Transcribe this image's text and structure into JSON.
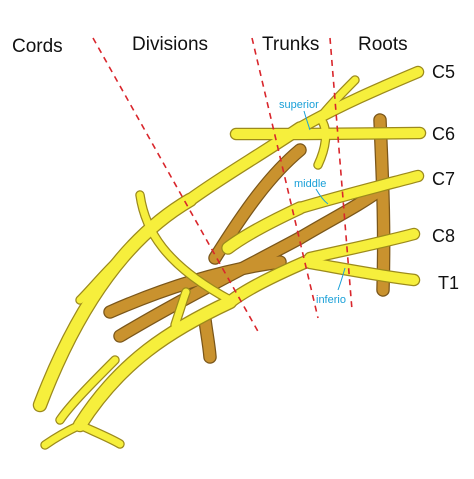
{
  "headers": {
    "cords": "Cords",
    "divisions": "Divisions",
    "trunks": "Trunks",
    "roots": "Roots"
  },
  "roots": [
    "C5",
    "C6",
    "C7",
    "C8",
    "T1"
  ],
  "trunks": {
    "superior": "superior",
    "middle": "middle",
    "inferior": "inferio"
  },
  "colors": {
    "nerve_fill": "#f6ef3c",
    "nerve_outline": "#9c8a1c",
    "posterior_fill": "#c9922e",
    "posterior_outline": "#7a561a",
    "divider": "#d9262c",
    "trunk_label": "#1aa0d8"
  }
}
